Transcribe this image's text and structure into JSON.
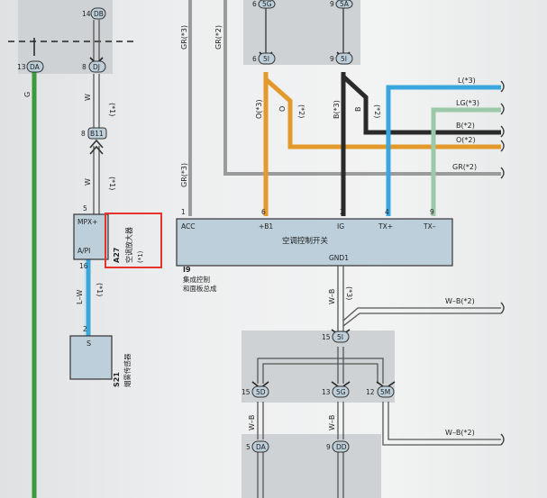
{
  "connectors": {
    "dd_top": "DB",
    "dd_top_pin": "14",
    "da_top": "DA",
    "da_top_pin": "13",
    "dj": "DJ",
    "dj_pin": "8",
    "b11": "B11",
    "b11_pin": "8",
    "s6_top": "5G",
    "s6_top_pin": "6",
    "s5a_top": "5A",
    "s5a_top_pin": "9",
    "s5i_left": "5I",
    "s5i_left_pin": "6",
    "s5i_right": "5I",
    "s5i_right_pin": "9",
    "s5i_mid": "5I",
    "s5i_mid_pin": "15",
    "s5d": "5D",
    "s5d_pin": "15",
    "s5g": "5G",
    "s5g_pin": "13",
    "s5m": "5M",
    "s5m_pin": "12",
    "da_bot": "DA",
    "da_bot_pin": "5",
    "dd_bot": "DD",
    "dd_bot_pin": "9"
  },
  "wires": {
    "g": "G",
    "w1": "W",
    "w1_note": "(*1)",
    "w2": "W",
    "w2_note": "(*1)",
    "lw": "L–W",
    "lw_note": "(*1)",
    "gr3_a": "GR(*3)",
    "gr2_a": "GR(*2)",
    "gr3_b": "GR(*3)",
    "o3": "O(*3)",
    "o": "O",
    "o2": "(*2)",
    "b3": "B(*3)",
    "b": "B",
    "b2": "(*2)",
    "l3": "L(*3)",
    "lg3": "LG(*3)",
    "b2r": "B(*2)",
    "o2r": "O(*2)",
    "gr2r": "GR(*2)",
    "wb_v": "W–B",
    "wb_v_note": "(*3)",
    "wb2_upper": "W–B(*2)",
    "wb2_lower": "W–B(*2)",
    "wb_left": "W–B",
    "wb_mid": "W–B"
  },
  "amp": {
    "pin_mpx": "5",
    "mpx": "MPX+",
    "pin_api": "16",
    "api": "A/PI",
    "code": "A27",
    "name": "空调放大器",
    "sub": "(*1)"
  },
  "switch": {
    "pin_acc": "1",
    "acc": "ACC",
    "pin_b1": "6",
    "b1": "+B1",
    "pin_ig": "2",
    "ig": "IG",
    "pin_txp": "4",
    "txp": "TX+",
    "pin_txm": "9",
    "txm": "TX–",
    "title": "空调控制开关",
    "gnd": "GND1",
    "code": "I9",
    "line1": "集成控制",
    "line2": "和面板总成"
  },
  "sensor": {
    "pin": "2",
    "label": "S",
    "code": "S21",
    "name": "烟雾传感器"
  },
  "colors": {
    "orange": "#e39a2b",
    "black": "#2a2a2a",
    "blue": "#3aa7dc",
    "lg": "#9cc9a7",
    "gray": "#9b9b9b",
    "green": "#3c9a3c",
    "highlight": "#e8332c",
    "panel": "#bccfdb"
  }
}
